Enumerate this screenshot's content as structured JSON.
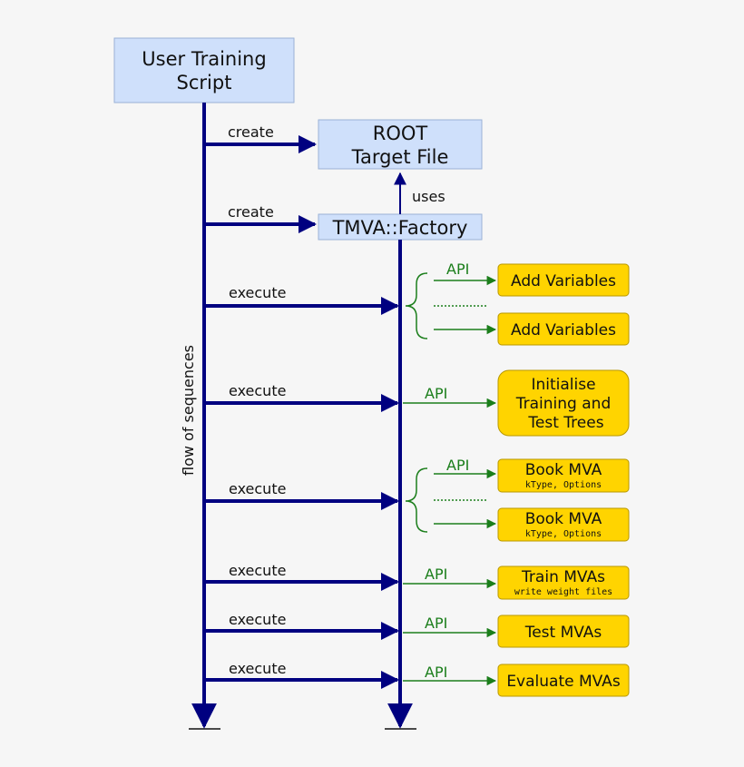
{
  "user_script": {
    "line1": "User Training",
    "line2": "Script"
  },
  "root_file": {
    "line1": "ROOT",
    "line2": "Target File"
  },
  "factory": {
    "label": "TMVA::Factory"
  },
  "labels": {
    "create": "create",
    "execute": "execute",
    "uses": "uses",
    "api": "API",
    "flow": "flow of sequences"
  },
  "actions": {
    "add_variables_1": "Add Variables",
    "add_variables_2": "Add Variables",
    "init_line1": "Initialise",
    "init_line2": "Training and",
    "init_line3": "Test Trees",
    "book_mva_1": "Book MVA",
    "book_mva_1_sub": "kType, Options",
    "book_mva_2": "Book MVA",
    "book_mva_2_sub": "kType, Options",
    "train_mvas": "Train MVAs",
    "train_mvas_sub": "write weight files",
    "test_mvas": "Test MVAs",
    "evaluate_mvas": "Evaluate MVAs"
  },
  "colors": {
    "sequence_blue": "#000080",
    "api_green": "#1b7e1b",
    "box_blue": "#cfe0fb",
    "box_yellow": "#ffd400"
  }
}
